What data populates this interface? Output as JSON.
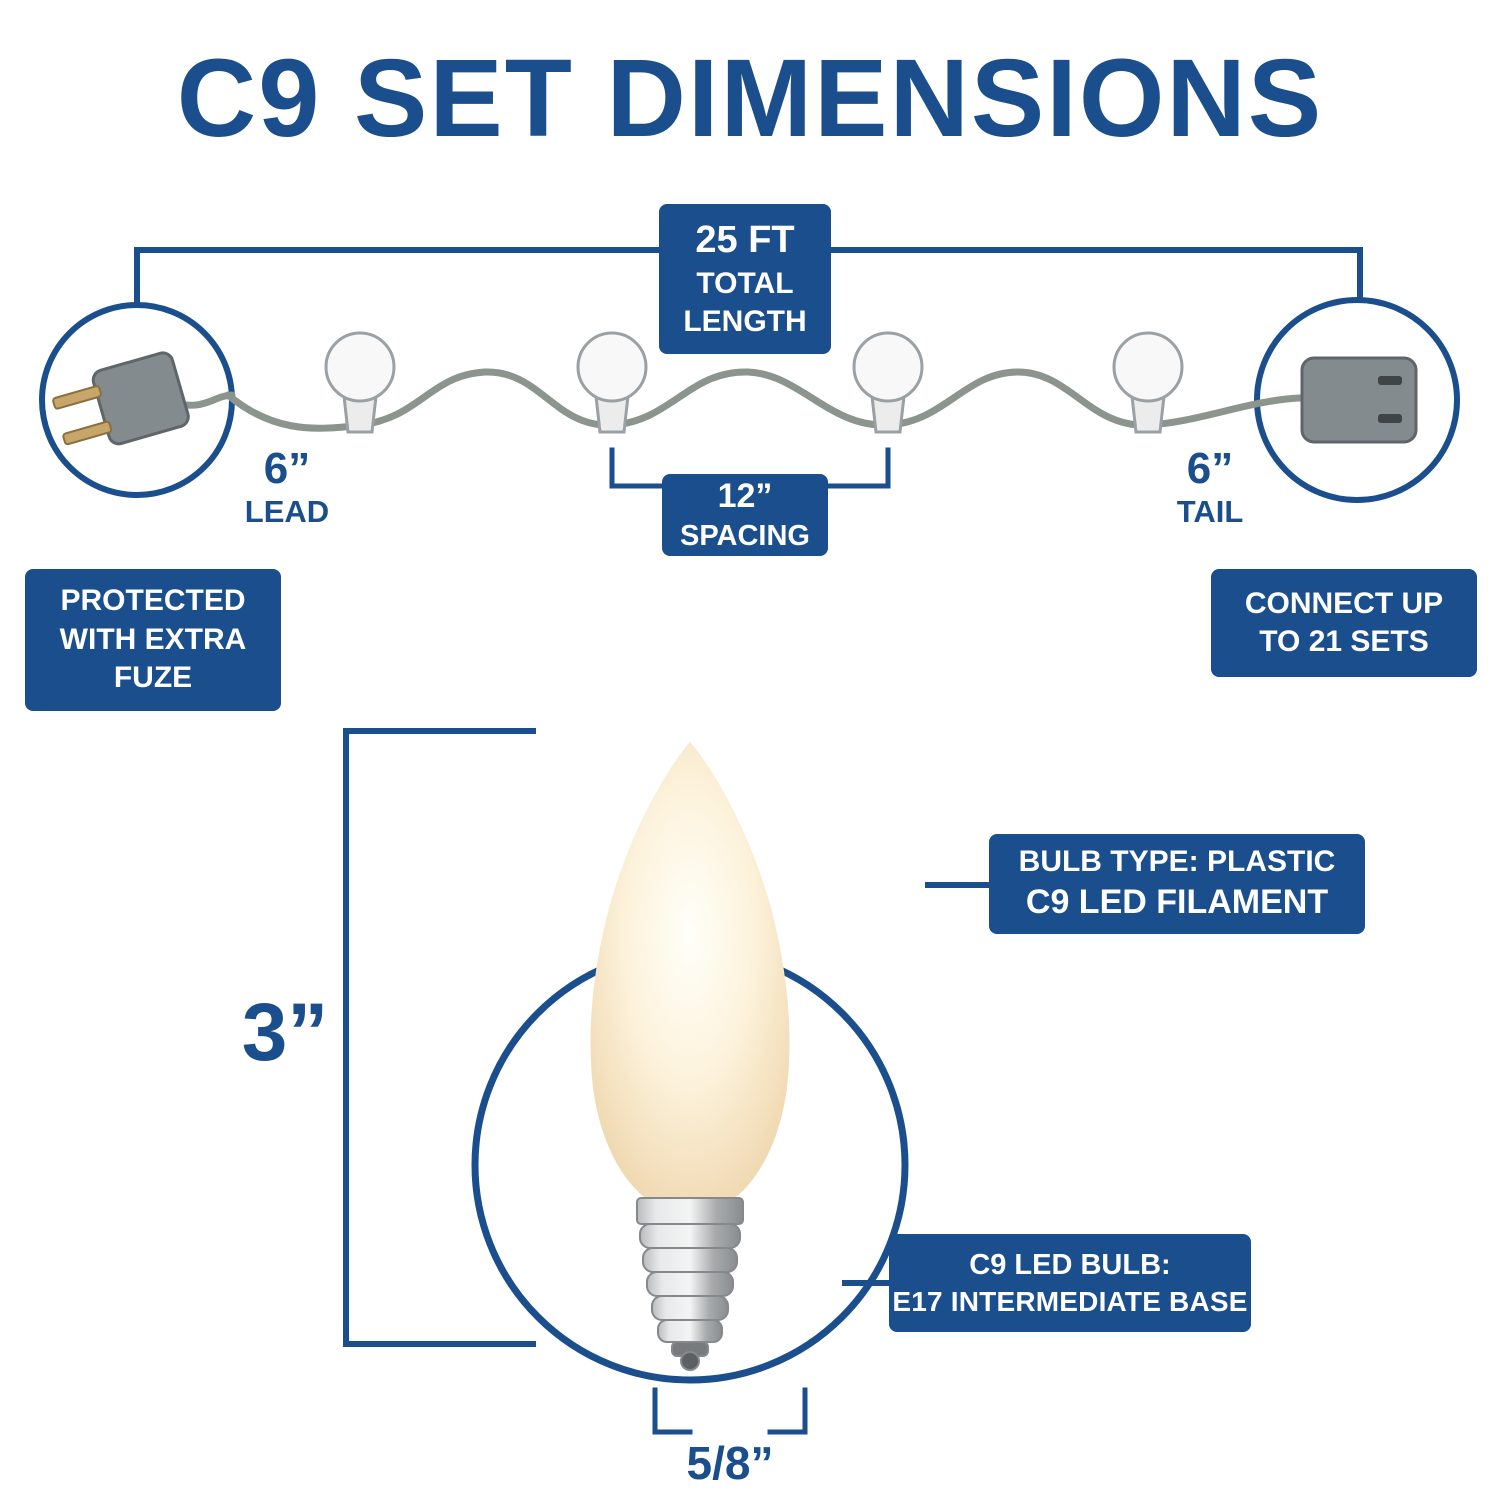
{
  "title": "C9 SET DIMENSIONS",
  "colors": {
    "primary": "#1b4e8c",
    "wire": "#8c948e",
    "bulb_cream": "#fdf3dd",
    "metal": "#c9cccd"
  },
  "string_diagram": {
    "total_length": {
      "value": "25 FT",
      "line2": "TOTAL",
      "line3": "LENGTH"
    },
    "lead": {
      "value": "6”",
      "label": "LEAD"
    },
    "spacing": {
      "value": "12”",
      "label": "SPACING"
    },
    "tail": {
      "value": "6”",
      "label": "TAIL"
    },
    "protected_note": {
      "line1": "PROTECTED",
      "line2": "WITH EXTRA",
      "line3": "FUZE"
    },
    "connect_note": {
      "line1": "CONNECT UP",
      "line2": "TO 21 SETS"
    }
  },
  "bulb_detail": {
    "height": "3”",
    "width": "5/8”",
    "bulb_type": {
      "line1": "BULB TYPE: PLASTIC",
      "line2": "C9 LED FILAMENT"
    },
    "base_type": {
      "line1": "C9 LED BULB:",
      "line2": "E17 INTERMEDIATE BASE"
    }
  }
}
